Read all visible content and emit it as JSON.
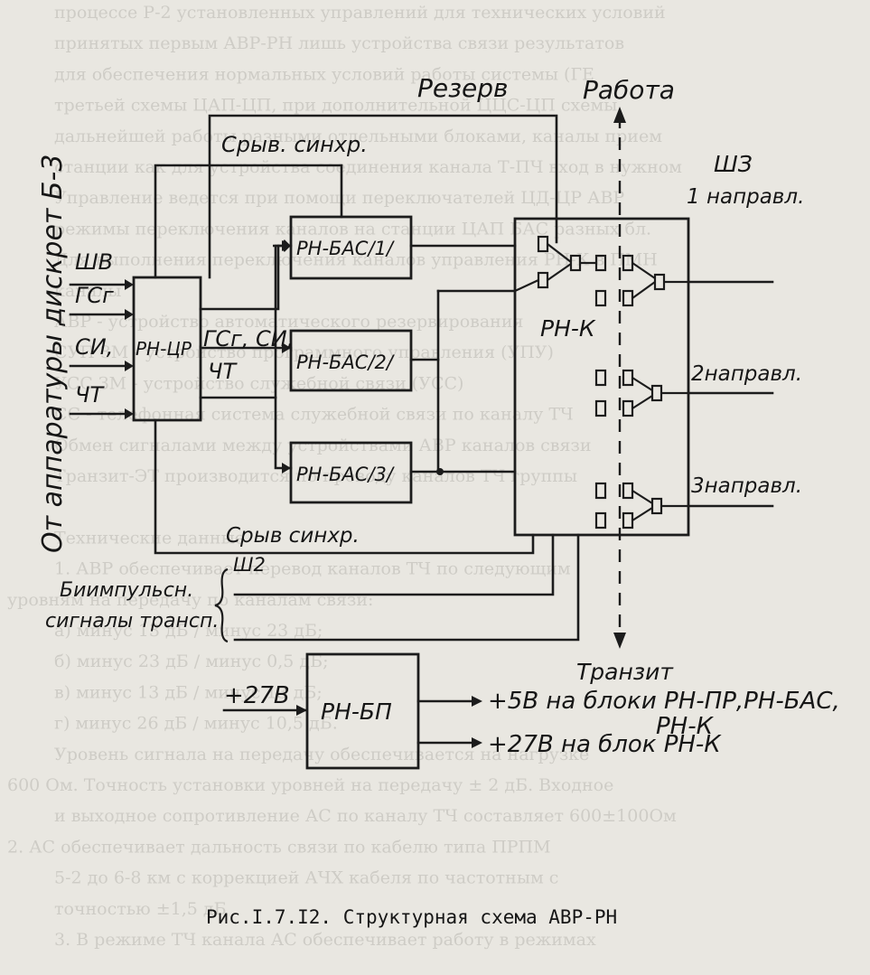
{
  "caption": "Рис.I.7.I2. Структурная схема АВР-РН",
  "vertical_label": "От аппаратуры дискрет Б-3",
  "top_labels": {
    "reserve": "Резерв",
    "work": "Работа",
    "sync_fail_top": "Срыв. синхр."
  },
  "right_labels": {
    "sh3": "ШЗ",
    "dir1": "1 направл.",
    "dir2": "2направл.",
    "dir3": "3направл.",
    "transit": "Транзит"
  },
  "inputs": [
    "ШВ",
    "ГСг",
    "СИ,",
    "ЧТ"
  ],
  "blocks": {
    "rn_cr": "РН-ЦР",
    "rn_bas1": "РН-БАС/1/",
    "rn_bas2": "РН-БАС/2/",
    "rn_bas3": "РН-БАС/3/",
    "rn_k": "РН-К",
    "rn_bp": "РН-БП"
  },
  "mid_label": {
    "line1": "ГСг, СИ,",
    "line2": "ЧТ"
  },
  "bottom_labels": {
    "sync_fail_bottom": "Срыв синхр.",
    "sh2": "Ш2",
    "bipulse1": "Биимпульсн.",
    "bipulse2": "сигналы трансп."
  },
  "power": {
    "input": "+27В",
    "out1": "+5В на блоки РН-ПР,РН-БАС,",
    "out1b": "РН-К",
    "out2": "+27В на блок РН-К"
  },
  "background_text": [
    "процессе Р-2 установленных управлений для технических условий",
    "принятых первым АВР-РН лишь устройства связи результатов",
    "для обеспечения нормальных условий работы системы (ГЕ",
    "третьей схемы ЦАП-ЦП, при дополнительной ЦЦС-ЦП схемы",
    "дальнейшей работы разными отдельными блоками, каналы прием",
    "станции как для устройства соединения канала Т-ПЧ вход в нужном",
    "Управление ведется при помощи переключателей ЦД-ЦР АВР",
    "режимы переключения каналов на станции ЦАП БАС разных бл.",
    "Для выполнения переключения каналов управления РН-К в ПМН",
    "каналы",
    "АВР - устройство автоматического резервирования",
    "СУП ЗМ - устройство программного управления (УПУ)",
    "УСС ЗМ - устройство служебной связи (УСС)",
    "СС - телефонная система служебной связи по каналу ТЧ",
    "Обмен сигналами между устройствами АВР каналов связи",
    "Транзит-ЭТ производится по проводу каналов ТЧ группы",
    "",
    "Технические данные",
    "1. АВР обеспечивает перевод каналов ТЧ по следующим",
    "уровням на передачу по каналам связи:",
    "а) минус 13 дБ / минус 23 дБ;",
    "б) минус 23 дБ / минус 0,5 дБ;",
    "в) минус 13 дБ / минус 13 дБ;",
    "г) минус 26 дБ / минус 10,5 дБ.",
    "Уровень сигнала на передачу обеспечивается на нагрузке",
    "600 Ом. Точность установки уровней на передачу ± 2 дБ. Входное",
    "и выходное сопротивление АС по каналу ТЧ составляет 600±100Ом",
    "2. АС обеспечивает дальность связи по кабелю типа ПРПМ",
    "5-2 до 6-8 км с коррекцией АЧХ кабеля по частотным с",
    "точностью ±1,5 дБ",
    "3. В режиме ТЧ канала АС обеспечивает работу в режимах"
  ]
}
